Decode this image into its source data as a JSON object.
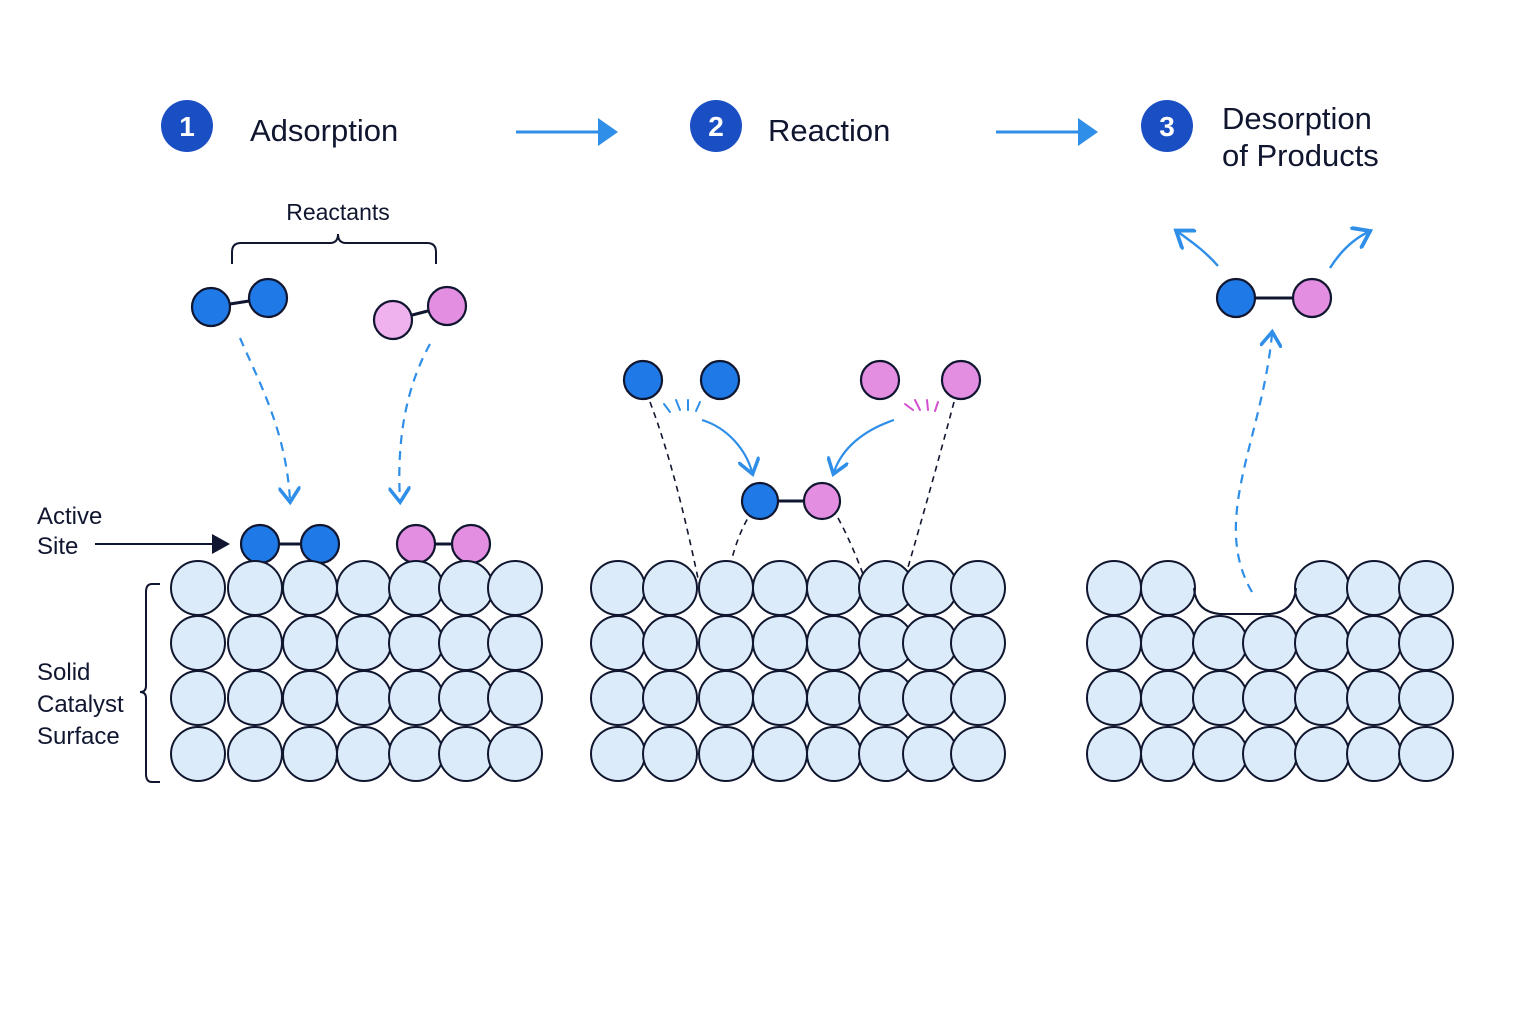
{
  "steps": [
    {
      "number": "1",
      "title": "Adsorption"
    },
    {
      "number": "2",
      "title": "Reaction"
    },
    {
      "number": "3",
      "title_line1": "Desorption",
      "title_line2": "of Products"
    }
  ],
  "labels": {
    "reactants": "Reactants",
    "active_site_line1": "Active",
    "active_site_line2": "Site",
    "surface_line1": "Solid",
    "surface_line2": "Catalyst",
    "surface_line3": "Surface"
  },
  "colors": {
    "accent": "#1a4fc4",
    "blue_atom": "#1f7ae8",
    "pink_atom": "#e48ee2",
    "pink_atom_light": "#f0b2ee",
    "surface_atom": "#dcebf9",
    "arrow": "#2e8ee8",
    "outline": "#10162f"
  }
}
